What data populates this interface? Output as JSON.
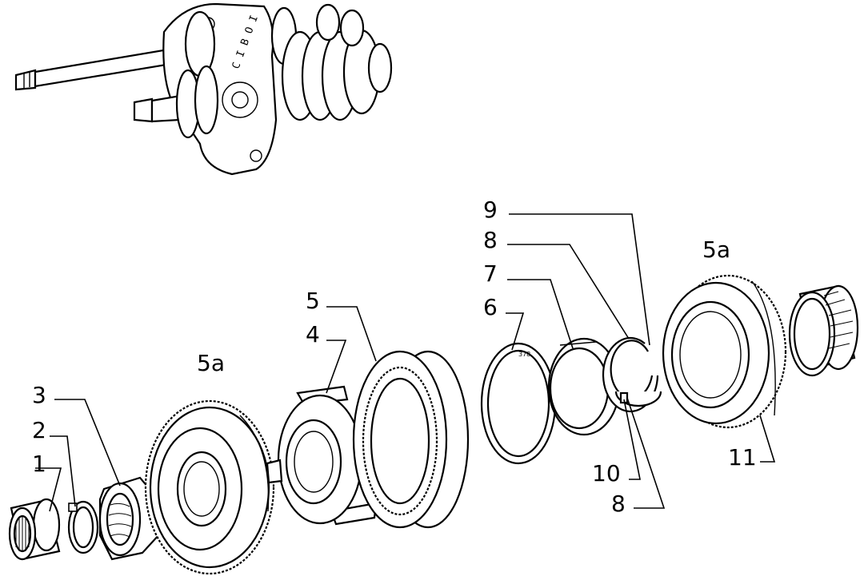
{
  "callouts": [
    {
      "id": "c1",
      "text": "1"
    },
    {
      "id": "c2",
      "text": "2"
    },
    {
      "id": "c3",
      "text": "3"
    },
    {
      "id": "c4",
      "text": "4"
    },
    {
      "id": "c5",
      "text": "5"
    },
    {
      "id": "c5a_left",
      "text": "5a"
    },
    {
      "id": "c6",
      "text": "6"
    },
    {
      "id": "c7",
      "text": "7"
    },
    {
      "id": "c8_top",
      "text": "8"
    },
    {
      "id": "c9",
      "text": "9"
    },
    {
      "id": "c5a_right",
      "text": "5a"
    },
    {
      "id": "c10",
      "text": "10"
    },
    {
      "id": "c8_bottom",
      "text": "8"
    },
    {
      "id": "c11",
      "text": "11"
    }
  ]
}
